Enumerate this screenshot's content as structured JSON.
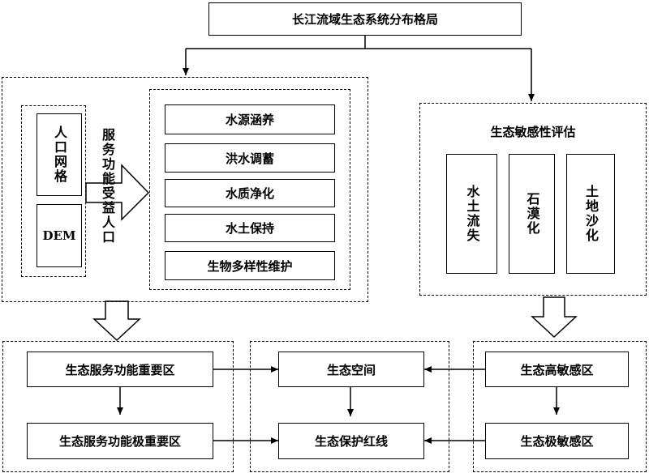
{
  "diagram": {
    "top_title": "长江流域生态系统分布格局",
    "left_group": {
      "population_grid": "人口网格",
      "dem": "DEM",
      "arrow_label": "服务功能受益人口",
      "services": [
        "水源涵养",
        "洪水调蓄",
        "水质净化",
        "水土保持",
        "生物多样性维护"
      ]
    },
    "right_group": {
      "title": "生态敏感性评估",
      "items": [
        "水土流失",
        "石漠化",
        "土地沙化"
      ]
    },
    "bottom": {
      "important_area": "生态服务功能重要区",
      "extremely_important_area": "生态服务功能极重要区",
      "eco_space": "生态空间",
      "red_line": "生态保护红线",
      "high_sensitive": "生态高敏感区",
      "extremely_sensitive": "生态极敏感区"
    }
  }
}
